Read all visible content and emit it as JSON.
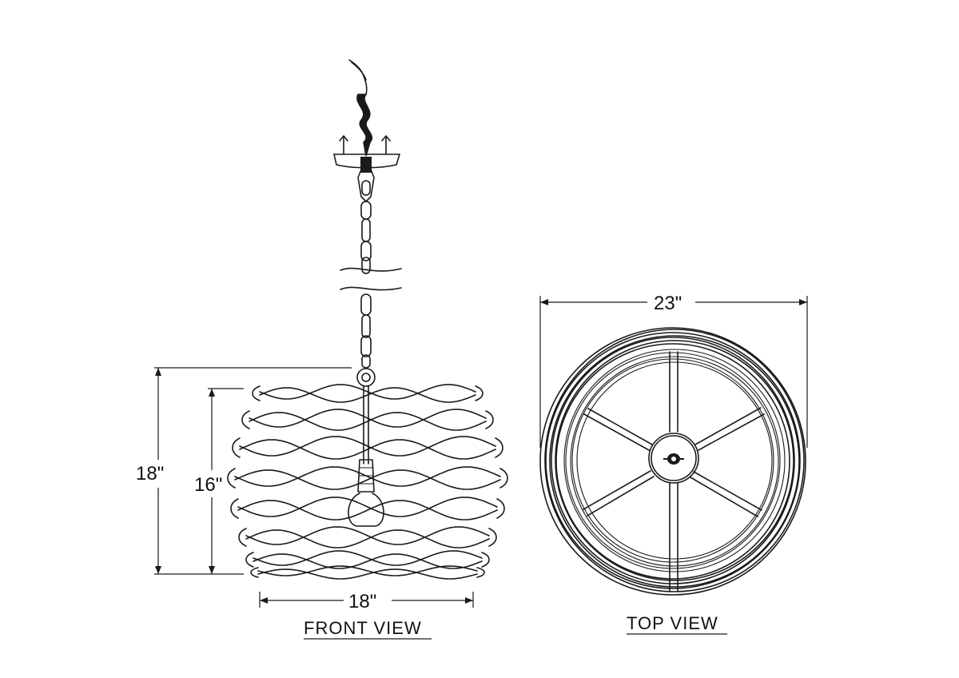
{
  "dimensions": {
    "front_overall_height": "18\"",
    "front_shade_height": "16\"",
    "front_width": "18\"",
    "top_diameter": "23\""
  },
  "views": {
    "front": "FRONT  VIEW",
    "top": "TOP  VIEW"
  },
  "colors": {
    "ink": "#1a1a1a",
    "background": "#ffffff"
  }
}
